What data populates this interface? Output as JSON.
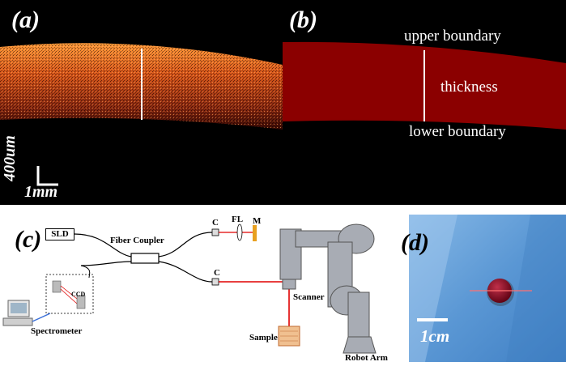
{
  "figure": {
    "panel_a": {
      "label": "(a)",
      "scale_vertical": "400um",
      "scale_horizontal": "1mm"
    },
    "panel_b": {
      "label": "(b)",
      "upper_boundary": "upper boundary",
      "thickness": "thickness",
      "lower_boundary": "lower boundary"
    },
    "panel_c": {
      "label": "(c)",
      "sld": "SLD",
      "fiber_coupler": "Fiber Coupler",
      "collimator_top": "C",
      "fl": "FL",
      "mirror": "M",
      "collimator_bottom": "C",
      "ccd": "CCD",
      "spectrometer": "Spectrometer",
      "scanner": "Scanner",
      "sample": "Sample",
      "robot_arm": "Robot Arm"
    },
    "panel_d": {
      "label": "(d)",
      "scale": "1cm"
    }
  },
  "colors": {
    "oct_orange": "#d2691e",
    "segmentation_red": "#8b0000",
    "beam_red": "#e00000",
    "blue_fabric": "#5b9ad6"
  }
}
